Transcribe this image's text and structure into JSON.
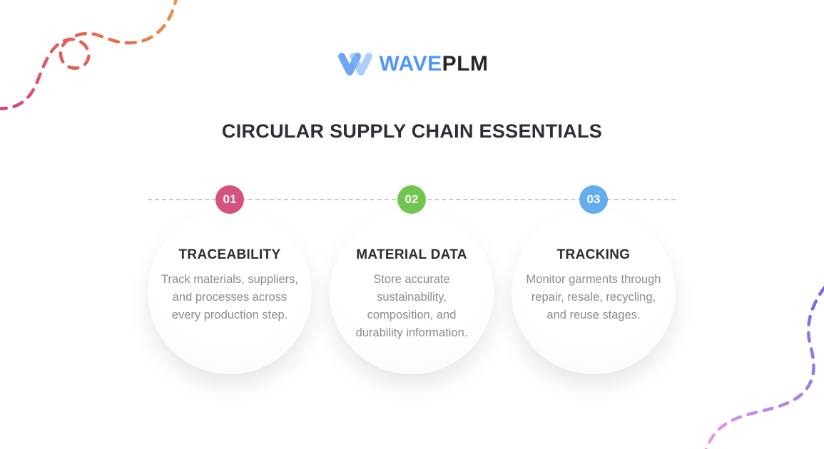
{
  "logo": {
    "wave": "WAVE",
    "plm": "PLM",
    "wave_color": "#5096f5",
    "plm_color": "#24272c"
  },
  "title": "CIRCULAR SUPPLY CHAIN ESSENTIALS",
  "steps": [
    {
      "number": "01",
      "color": "#d5527e",
      "heading": "TRACEABILITY",
      "description": "Track materials, suppliers, and processes across every production step."
    },
    {
      "number": "02",
      "color": "#72c64f",
      "heading": "MATERIAL DATA",
      "description": "Store accurate sustainability, composition, and durability information."
    },
    {
      "number": "03",
      "color": "#63acee",
      "heading": "TRACKING",
      "description": "Monitor garments through repair, resale, recycling, and reuse stages."
    }
  ],
  "decorations": {
    "top_left_curve_colors": {
      "start": "#ef9146",
      "mid": "#e2644f",
      "end": "#d6447e"
    },
    "bottom_right_curve_colors": {
      "start": "#7a66df",
      "mid": "#a983e6",
      "end": "#e9a2e2"
    },
    "connector_color": "#c9c9c9"
  }
}
